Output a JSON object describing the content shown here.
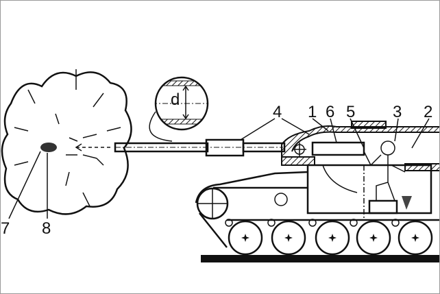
{
  "figure": {
    "labels": {
      "gun_barrel": "4",
      "breech": "1",
      "chamber": "6",
      "loader": "5",
      "operator": "3",
      "hull": "2",
      "bore_diameter": "d",
      "projectile_cloud": "7",
      "projectile": "8"
    }
  }
}
